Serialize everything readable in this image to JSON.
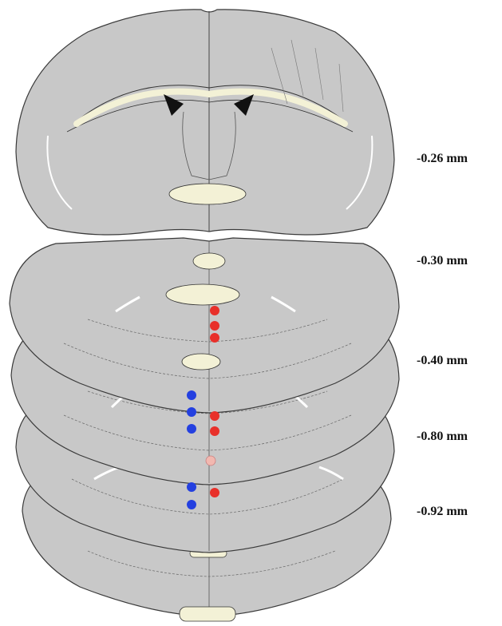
{
  "figure": {
    "labels": [
      "-0.26 mm",
      "-0.30 mm",
      "-0.40 mm",
      "-0.80 mm",
      "-0.92 mm"
    ]
  },
  "colors": {
    "tissue": "#c8c8c8",
    "outline": "#3a3a3a",
    "white_matter": "#f3f1d6",
    "ventricle": "#111111",
    "red_marker": "#e8302a",
    "blue_marker": "#2440e0",
    "faded_marker": "#f2b8b0"
  }
}
